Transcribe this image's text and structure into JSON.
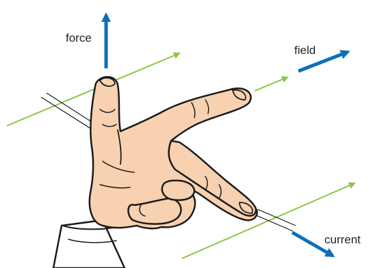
{
  "labels": {
    "force": "force",
    "field": "field",
    "current": "current"
  },
  "colors": {
    "vector_arrow": "#0d6fb8",
    "field_line": "#8cc63f",
    "skin": "#f7d1b0",
    "outline": "#1a1a1a",
    "wire": "#1a1a1a"
  }
}
